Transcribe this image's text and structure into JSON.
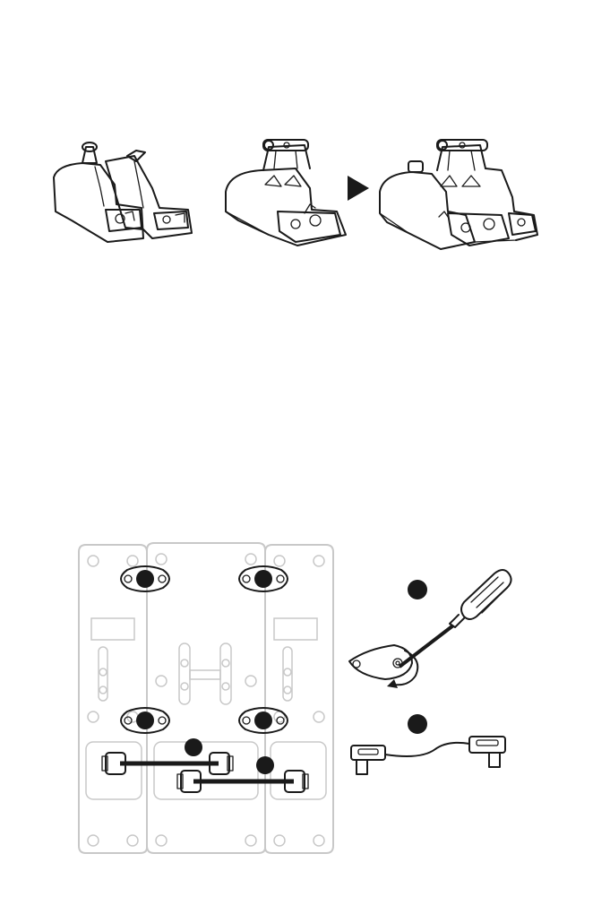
{
  "figures": {
    "top_row": {
      "items": [
        "two-spoilers-flaps-modules",
        "throttle-quadrant-base",
        "arrow-right-icon",
        "assembled-throttle-with-modules"
      ]
    },
    "bottom_diagram": {
      "items": [
        "base-plate-underside-view",
        "screw-plate-callout-circle-icon",
        "cable-callout-circle-icon",
        "screwdriver-icon",
        "connector-cable-icon"
      ]
    }
  },
  "colors": {
    "line": "#1a1a1a",
    "ghost": "#c8c8c8",
    "background": "#ffffff"
  }
}
